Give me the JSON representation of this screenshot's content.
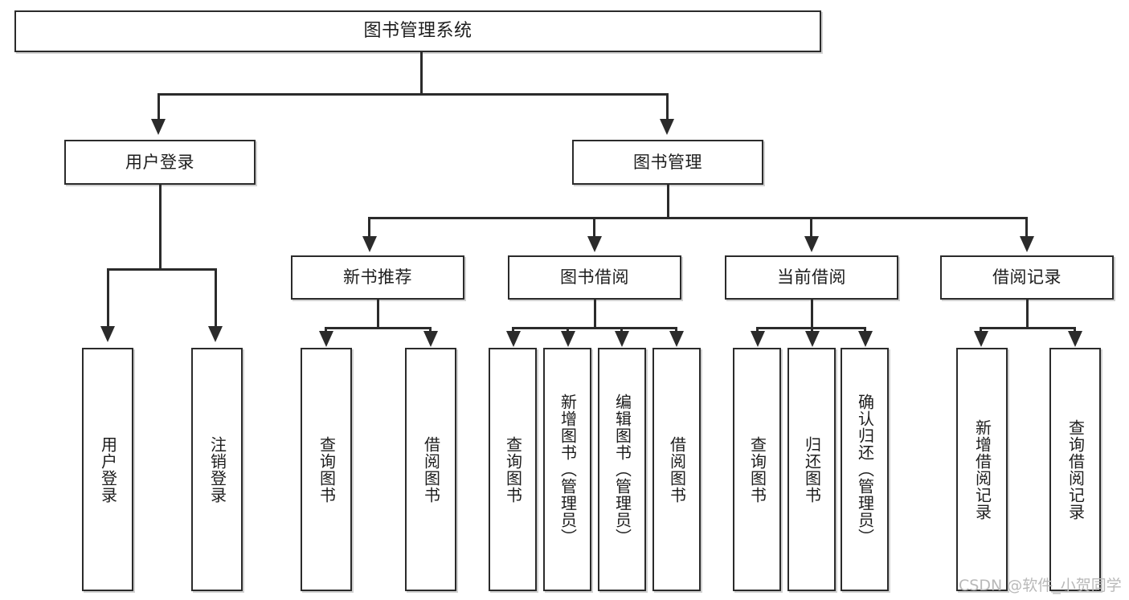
{
  "diagram": {
    "type": "tree-hierarchy",
    "title": "图书管理系统",
    "root": {
      "label": "图书管理系统"
    },
    "level2": [
      {
        "id": "user-login",
        "label": "用户登录"
      },
      {
        "id": "book-manage",
        "label": "图书管理"
      }
    ],
    "level3": [
      {
        "id": "new-book-recommend",
        "label": "新书推荐",
        "parent": "book-manage"
      },
      {
        "id": "book-borrow",
        "label": "图书借阅",
        "parent": "book-manage"
      },
      {
        "id": "current-borrow",
        "label": "当前借阅",
        "parent": "book-manage"
      },
      {
        "id": "borrow-record",
        "label": "借阅记录",
        "parent": "book-manage"
      }
    ],
    "leaves": [
      {
        "id": "leaf-user-login",
        "label": "用户登录",
        "parent": "user-login"
      },
      {
        "id": "leaf-user-logout",
        "label": "注销登录",
        "parent": "user-login"
      },
      {
        "id": "leaf-query-book-1",
        "label": "查询图书",
        "parent": "new-book-recommend"
      },
      {
        "id": "leaf-borrow-book-1",
        "label": "借阅图书",
        "parent": "new-book-recommend"
      },
      {
        "id": "leaf-query-book-2",
        "label": "查询图书",
        "parent": "book-borrow"
      },
      {
        "id": "leaf-add-book",
        "label": "新增图书（管理员）",
        "parent": "book-borrow"
      },
      {
        "id": "leaf-edit-book",
        "label": "编辑图书（管理员）",
        "parent": "book-borrow"
      },
      {
        "id": "leaf-borrow-book-2",
        "label": "借阅图书",
        "parent": "book-borrow"
      },
      {
        "id": "leaf-query-book-3",
        "label": "查询图书",
        "parent": "current-borrow"
      },
      {
        "id": "leaf-return-book",
        "label": "归还图书",
        "parent": "current-borrow"
      },
      {
        "id": "leaf-confirm-return",
        "label": "确认归还（管理员）",
        "parent": "current-borrow"
      },
      {
        "id": "leaf-add-record",
        "label": "新增借阅记录",
        "parent": "borrow-record"
      },
      {
        "id": "leaf-query-record",
        "label": "查询借阅记录",
        "parent": "borrow-record"
      }
    ],
    "watermark": "CSDN @软件_小贺同学",
    "colors": {
      "stroke": "#2b2b2b",
      "fill": "#ffffff",
      "text": "#1d1d1d",
      "watermark": "#b9b9b9"
    }
  }
}
